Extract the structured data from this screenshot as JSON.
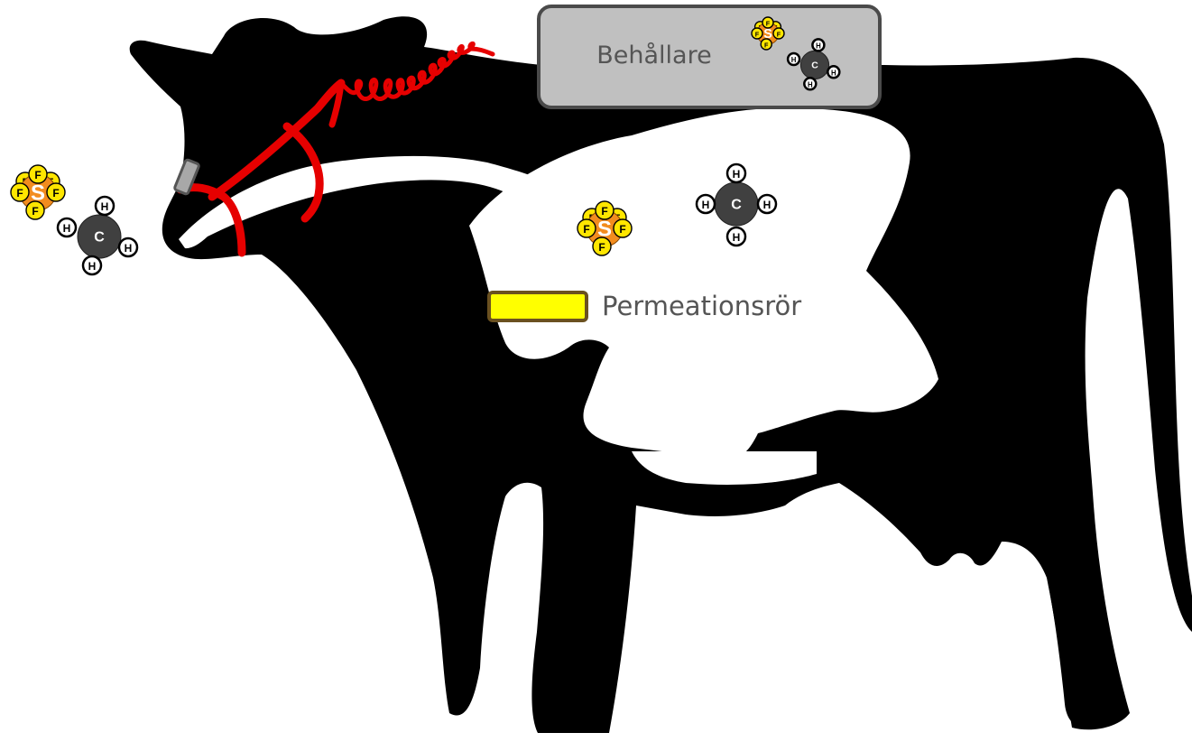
{
  "labels": {
    "container": "Behållare",
    "permeation_tube": "Permeationsrör"
  },
  "molecules": {
    "sf6": {
      "center_symbol": "S",
      "ligand_symbol": "F"
    },
    "ch4": {
      "center_symbol": "C",
      "ligand_symbol": "H"
    }
  },
  "colors": {
    "cow": "#000000",
    "halter": "#e60000",
    "sulfur": "#f28c1e",
    "fluorine": "#ffe600",
    "carbon": "#404040",
    "hydrogen": "#ffffff",
    "container_fill": "#c0c0c0",
    "container_stroke": "#4a4a4a",
    "tube_fill": "#ffff00",
    "tube_stroke": "#6b5120",
    "label_text": "#555555"
  }
}
